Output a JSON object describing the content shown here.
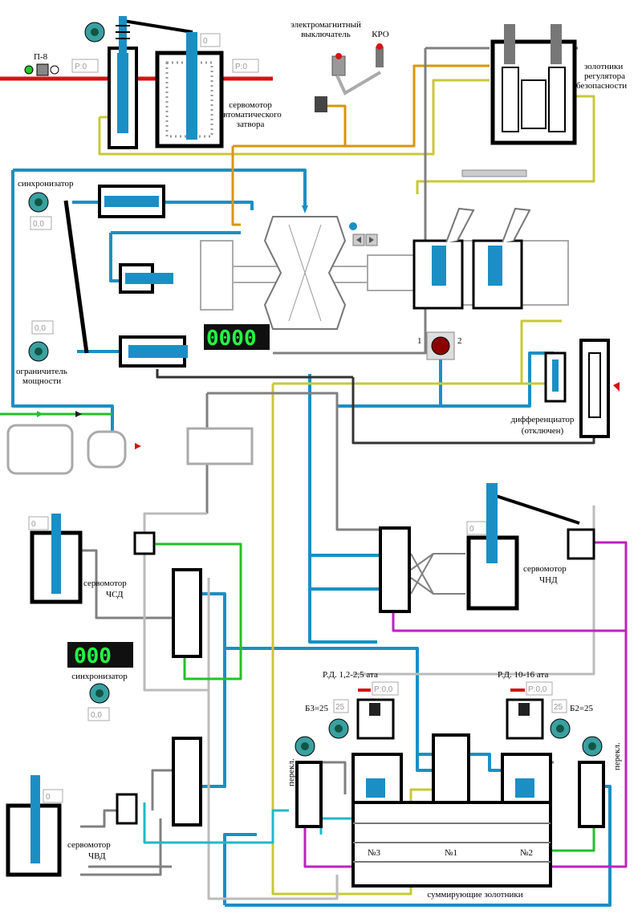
{
  "labels": {
    "p8": "П-8",
    "em_switch_1": "электромагнитный",
    "em_switch_2": "выключатель",
    "kro": "КРО",
    "servo_gate_1": "сервомотор",
    "servo_gate_2": "автоматического",
    "servo_gate_3": "затвора",
    "safety_1": "золотники",
    "safety_2": "регулятора",
    "safety_3": "безопасности",
    "sync_top": "синхронизатор",
    "limiter_1": "ограничитель",
    "limiter_2": "мощности",
    "diff_1": "дифференциатор",
    "diff_2": "(отключен)",
    "servo_csd_1": "сервомотор",
    "servo_csd_2": "ЧСД",
    "servo_cnd_1": "сервомотор",
    "servo_cnd_2": "ЧНД",
    "sync_mid": "синхронизатор",
    "rd_left": "Р.Д. 1,2-2,5 ата",
    "rd_right": "Р.Д. 10-16 ата",
    "b3": "Б3=25",
    "b2": "Б2=25",
    "switch_left": "перекл.",
    "switch_right": "перекл.",
    "servo_cvd_1": "сервомотор",
    "servo_cvd_2": "ЧВД",
    "n3": "№3",
    "n1": "№1",
    "n2": "№2",
    "summing": "суммирующие золотники",
    "pos1": "1",
    "pos2": "2"
  },
  "values": {
    "p8_pressure": "P:0",
    "gate_position": "0",
    "gate_pressure": "P:0",
    "sync_top": "0,0",
    "limiter": "0,0",
    "csd_position": "0",
    "cnd_position": "0",
    "sync_mid": "0,0",
    "cvd_position": "0",
    "rd_left_pressure": "P:0,0",
    "rd_right_pressure": "P:0,0",
    "b3_value": "25",
    "b2_value": "25"
  },
  "displays": {
    "speed_top": "0000",
    "speed_mid": "000"
  },
  "colors": {
    "blue": "#1b8fc4",
    "red": "#d41414",
    "green": "#22c02a",
    "yellow": "#c8c838",
    "orange": "#d8960a",
    "magenta": "#c020c0",
    "gray": "#808080",
    "black": "#000000"
  }
}
